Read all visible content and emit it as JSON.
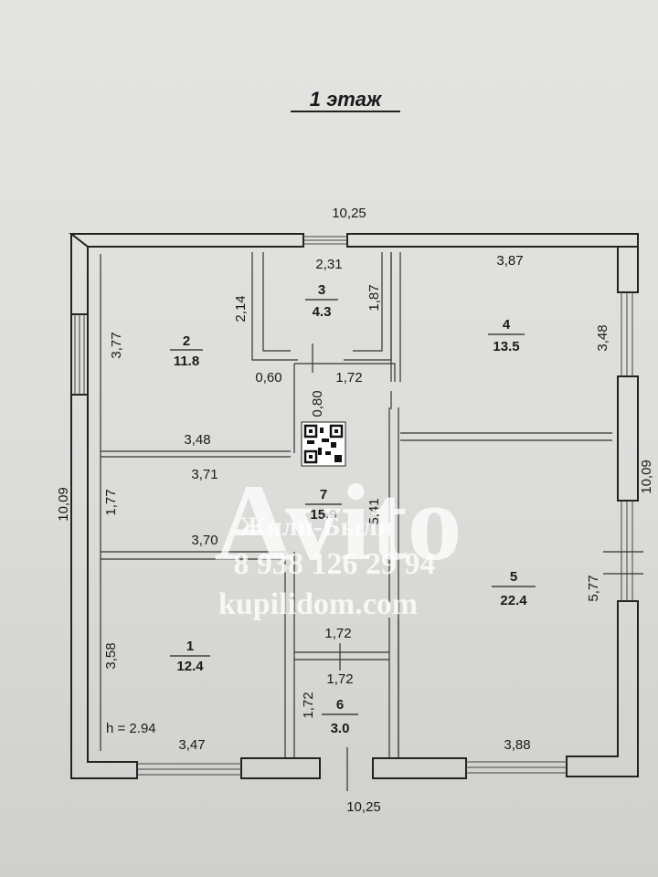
{
  "title": "1 этаж",
  "dimensions": {
    "top_total": "10,25",
    "bottom_total": "10,25",
    "left_total": "10,09",
    "right_total": "10,09",
    "room2_height": "3,77",
    "room3_left": "2,14",
    "room3_top": "2,31",
    "room3_right": "1,87",
    "room4_top": "3,87",
    "room4_right": "3,48",
    "door_060": "0,60",
    "corridor_top": "1,72",
    "corridor_080": "0,80",
    "room2_bottom": "3,48",
    "room7_top": "3,71",
    "room7_left": "1,77",
    "room7_bottom": "3,70",
    "room7_right": "5,41",
    "room5_right": "5,77",
    "room1_left": "3,58",
    "room1_bottom": "3,47",
    "room6_top": "1,72",
    "room6_mid": "1,72",
    "room6_left": "1,72",
    "room5_bottom": "3,88",
    "ceiling_height": "h = 2.94"
  },
  "rooms": [
    {
      "number": "1",
      "area": "12.4"
    },
    {
      "number": "2",
      "area": "11.8"
    },
    {
      "number": "3",
      "area": "4.3"
    },
    {
      "number": "4",
      "area": "13.5"
    },
    {
      "number": "5",
      "area": "22.4"
    },
    {
      "number": "6",
      "area": "3.0"
    },
    {
      "number": "7",
      "area": "15.9"
    }
  ],
  "watermark": {
    "line1": "Жили-Были",
    "line2": "8 938 126 29 94",
    "line3": "kupilidom.com",
    "brand": "Avito"
  },
  "colors": {
    "paper": "#e4e4e1",
    "ink": "#1a1a1a",
    "watermark": "#ffffff"
  }
}
